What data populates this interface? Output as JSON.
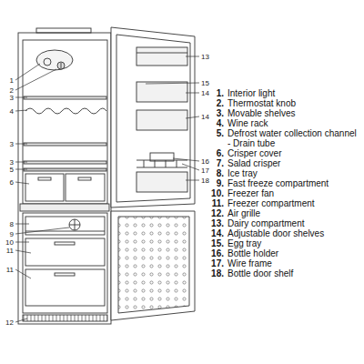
{
  "diagram": {
    "labels": [
      "1",
      "2",
      "3",
      "4",
      "3",
      "3",
      "5",
      "6",
      "8",
      "9",
      "10",
      "11",
      "11",
      "12",
      "13",
      "15",
      "14",
      "14",
      "16",
      "17",
      "18",
      "1.",
      "Interior light",
      "2.",
      "Thermostat knob",
      "3.",
      "Movable shelves",
      "4.",
      "Wine rack",
      "5.",
      "Defrost water collection channel - Drain tube",
      "6.",
      "Crisper cover",
      "7.",
      "Salad crisper",
      "8.",
      "Ice tray",
      "9.",
      "Fast freeze compartment",
      "10.",
      "Freezer fan",
      "11.",
      "Freezer compartment",
      "12.",
      "Air grille",
      "13.",
      "Dairy compartment",
      "14.",
      "Adjustable door shelves",
      "15.",
      "Egg tray",
      "16.",
      "Bottle holder",
      "17.",
      "Wire frame",
      "18.",
      "Bottle door shelf"
    ]
  }
}
